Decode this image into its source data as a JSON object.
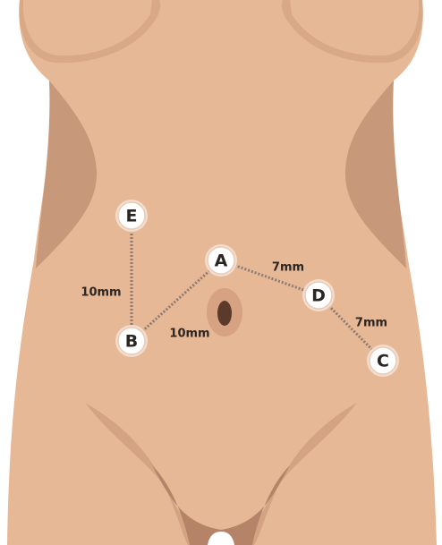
{
  "colors": {
    "background": "#ffffff",
    "skin": "#e7b896",
    "skin_shadow": "#c8987a",
    "skin_deep": "#b58468",
    "navel_ring": "#d6a281",
    "navel_hole": "#5c3a2b",
    "port_fill": "#ffffff",
    "port_ring": "#f2ddcf",
    "connector": "#8a7a72",
    "text": "#2b2623"
  },
  "ports": [
    {
      "id": "A",
      "label": "A"
    },
    {
      "id": "B",
      "label": "B"
    },
    {
      "id": "C",
      "label": "C"
    },
    {
      "id": "D",
      "label": "D"
    },
    {
      "id": "E",
      "label": "E"
    }
  ],
  "connections": [
    {
      "from": "E",
      "to": "B",
      "distance": "10mm"
    },
    {
      "from": "B",
      "to": "A",
      "distance": "10mm"
    },
    {
      "from": "A",
      "to": "D",
      "distance": "7mm"
    },
    {
      "from": "D",
      "to": "C",
      "distance": "7mm"
    }
  ]
}
